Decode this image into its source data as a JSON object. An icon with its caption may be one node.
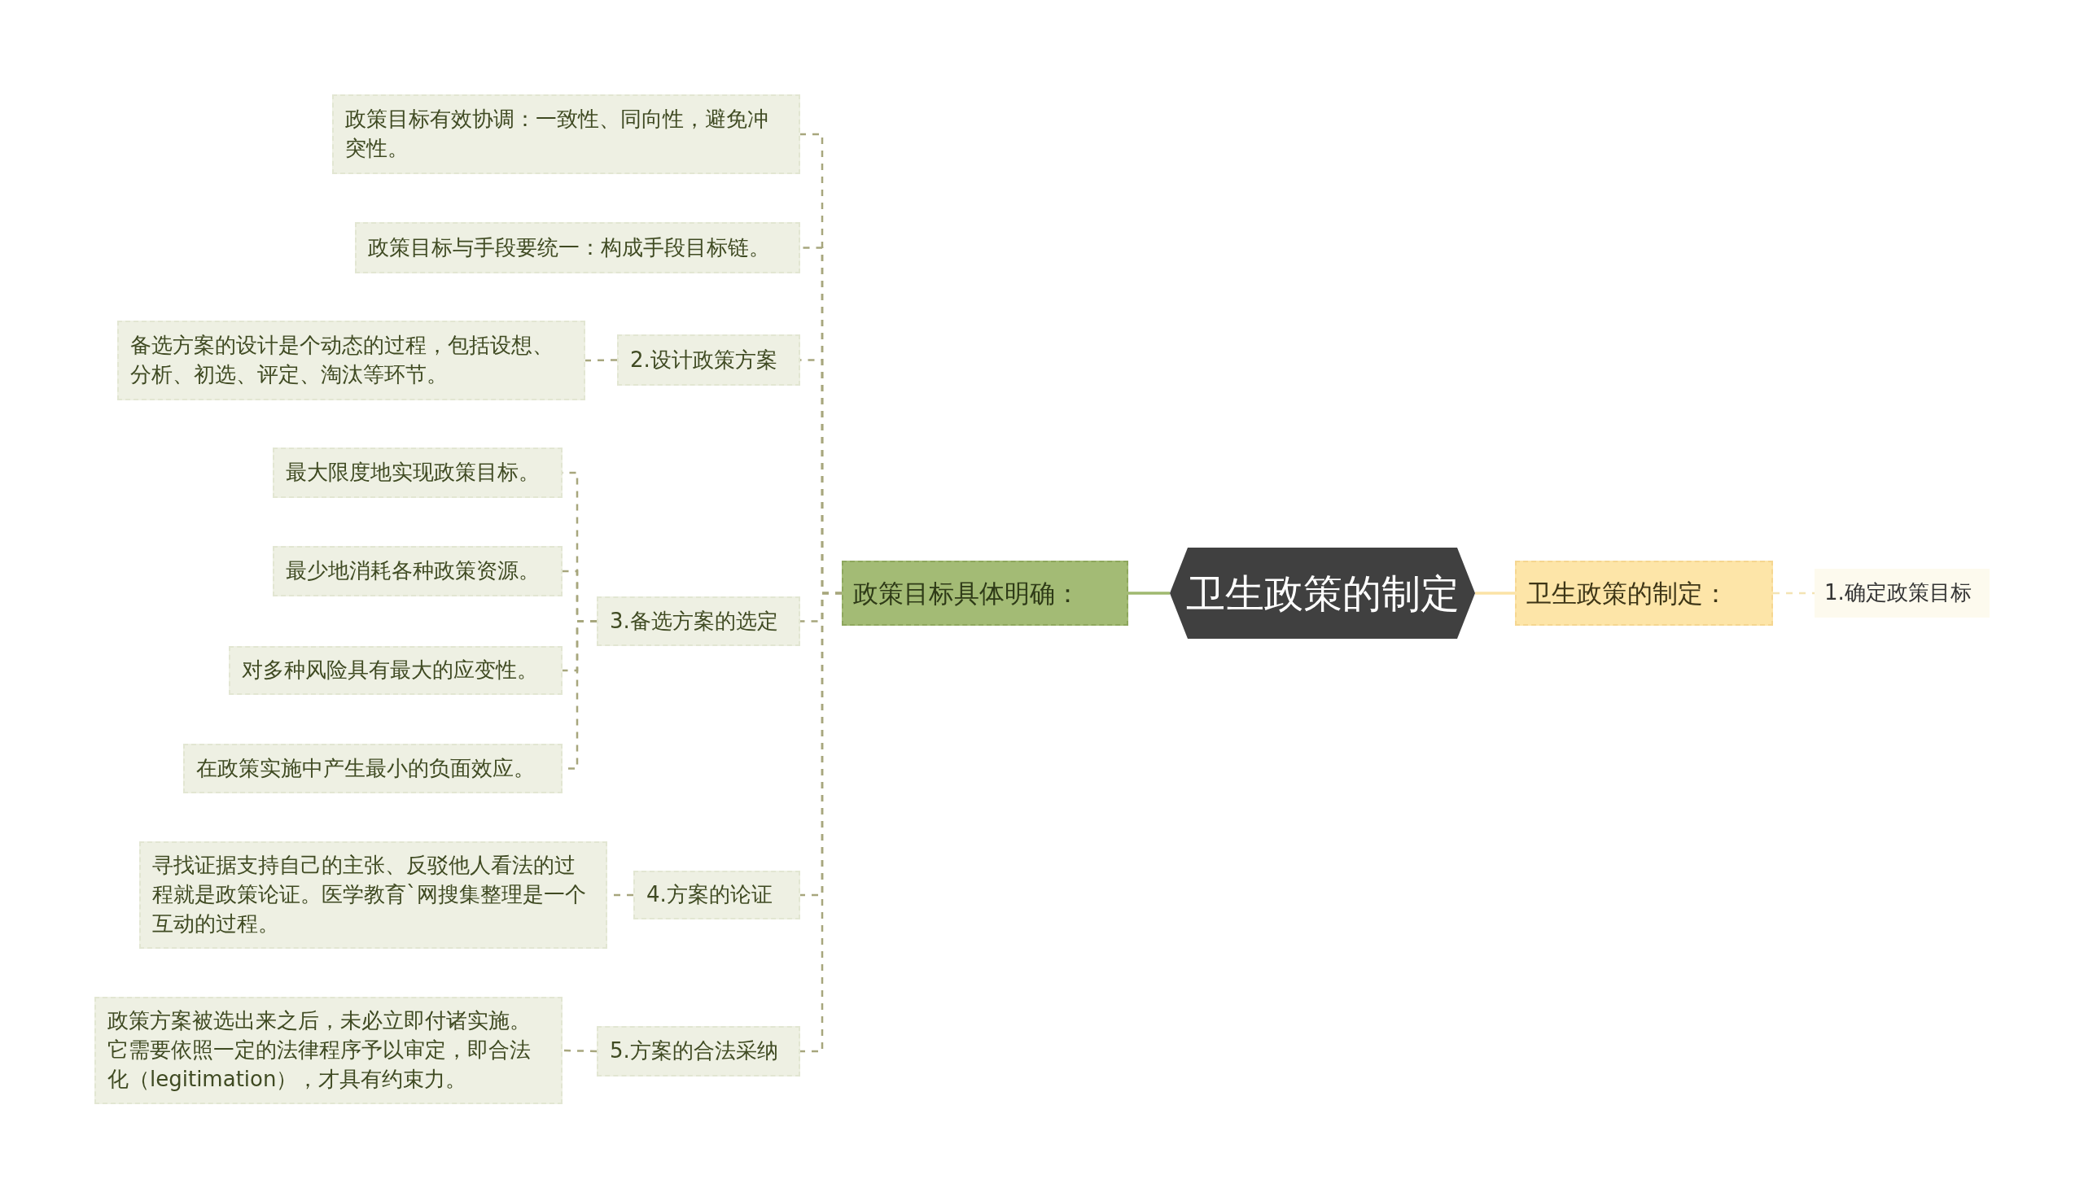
{
  "diagram": {
    "nodes": [
      {
        "text": [
          "卫生政策的制定"
        ]
      },
      {
        "text": [
          "政策目标具体明确："
        ]
      },
      {
        "text": [
          "政策目标有效协调：一致性、同向性，避免冲突性。"
        ]
      },
      {
        "text": [
          "政策目标与手段要统一：构成手段目标链。"
        ]
      },
      {
        "text": [
          "2.设计政策方案"
        ]
      },
      {
        "text": [
          "备选方案的设计是个动态的过程，包括设想、分析、初选、评定、淘汰等环节。"
        ]
      },
      {
        "text": [
          "3.备选方案的选定"
        ]
      },
      {
        "text": [
          "最大限度地实现政策目标。"
        ]
      },
      {
        "text": [
          "最少地消耗各种政策资源。"
        ]
      },
      {
        "text": [
          "对多种风险具有最大的应变性。"
        ]
      },
      {
        "text": [
          "在政策实施中产生最小的负面效应。"
        ]
      },
      {
        "text": [
          "4.方案的论证"
        ]
      },
      {
        "text": [
          "寻找证据支持自己的主张、反驳他人看法的过程就是政策论证。医学教育`网搜集整理是一个互动的过程。"
        ]
      },
      {
        "text": [
          "5.方案的合法采纳"
        ]
      },
      {
        "text": [
          "政策方案被选出来之后，未必立即付诸实施。它需要依照一定的法律程序予以审定，即合法化（legitimation），才具有约束力。"
        ]
      },
      {
        "text": [
          "卫生政策的制定："
        ]
      },
      {
        "text": [
          "1.确定政策目标"
        ]
      }
    ],
    "edges": [
      {
        "from": 0,
        "to": 1,
        "arrow": "none",
        "color": "#9fb96f"
      },
      {
        "from": 1,
        "to": 2,
        "arrow": "none",
        "style": "dashed"
      },
      {
        "from": 1,
        "to": 3,
        "arrow": "none",
        "style": "dashed"
      },
      {
        "from": 1,
        "to": 4,
        "arrow": "none",
        "style": "dashed"
      },
      {
        "from": 4,
        "to": 5,
        "arrow": "none",
        "style": "dashed"
      },
      {
        "from": 1,
        "to": 6,
        "arrow": "none",
        "style": "dashed"
      },
      {
        "from": 6,
        "to": 7,
        "arrow": "none",
        "style": "dashed"
      },
      {
        "from": 6,
        "to": 8,
        "arrow": "none",
        "style": "dashed"
      },
      {
        "from": 6,
        "to": 9,
        "arrow": "none",
        "style": "dashed"
      },
      {
        "from": 6,
        "to": 10,
        "arrow": "none",
        "style": "dashed"
      },
      {
        "from": 1,
        "to": 11,
        "arrow": "none",
        "style": "dashed"
      },
      {
        "from": 11,
        "to": 12,
        "arrow": "none",
        "style": "dashed"
      },
      {
        "from": 1,
        "to": 13,
        "arrow": "none",
        "style": "dashed"
      },
      {
        "from": 13,
        "to": 14,
        "arrow": "none",
        "style": "dashed"
      },
      {
        "from": 0,
        "to": 15,
        "arrow": "none",
        "color": "#fbe3a6"
      },
      {
        "from": 15,
        "to": 16,
        "arrow": "none",
        "style": "dashed",
        "color": "#f3e3b4"
      }
    ]
  }
}
